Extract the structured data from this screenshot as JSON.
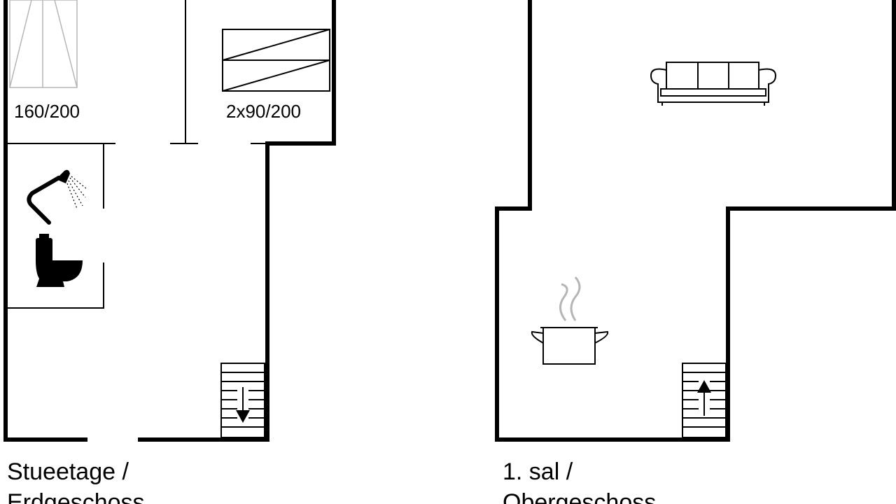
{
  "ground_floor": {
    "label_line1": "Stueetage /",
    "label_line2": "Erdgeschoss",
    "bed_double": "160/200",
    "bed_twin": "2x90/200",
    "stair_direction": "down"
  },
  "upper_floor": {
    "label_line1": "1. sal /",
    "label_line2": "Obergeschoss",
    "stair_direction": "up"
  },
  "icons": [
    "shower-icon",
    "toilet-icon",
    "sofa-icon",
    "cooking-pot-icon",
    "stair-down-arrow-icon",
    "stair-up-arrow-icon"
  ],
  "colors": {
    "wall": "#000000",
    "faint": "#b5b5b5",
    "background": "#ffffff"
  }
}
